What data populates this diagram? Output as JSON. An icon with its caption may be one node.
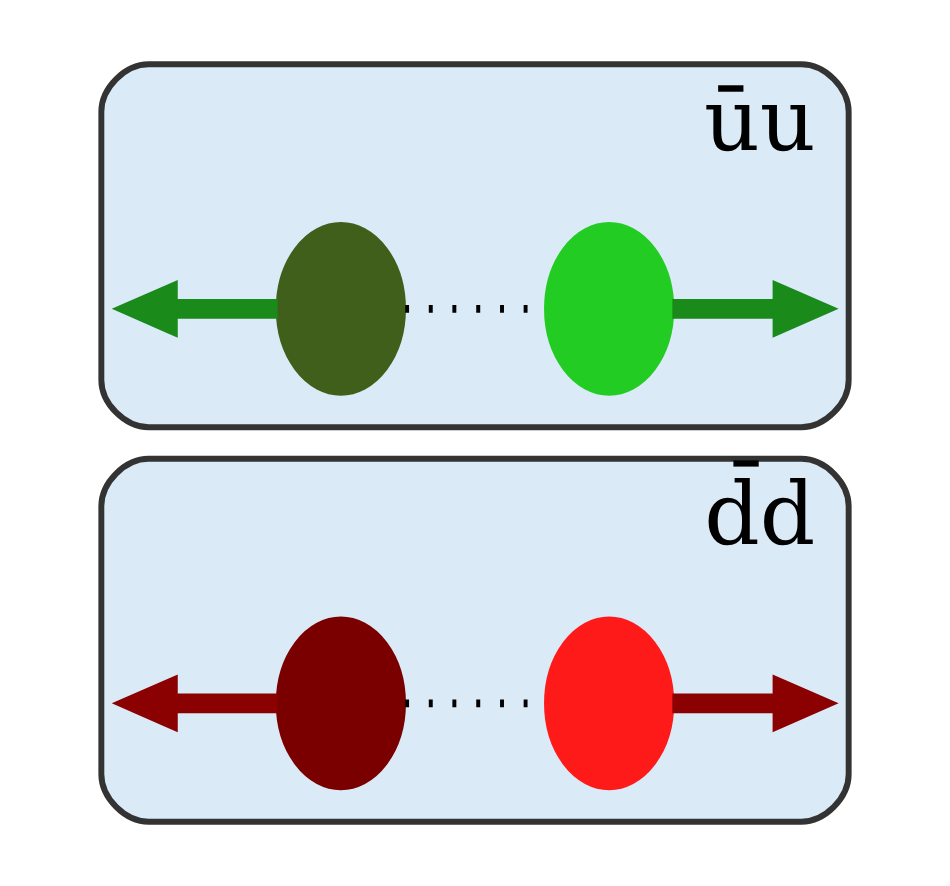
{
  "diagram": {
    "nodes": [
      {
        "text": [],
        "shape": "ellipse",
        "beside": [
          "ūu"
        ]
      },
      {
        "text": [],
        "shape": "circle",
        "in": 0
      },
      {
        "text": [],
        "shape": "circle",
        "in": 0
      },
      {
        "text": [],
        "shape": "ellipse",
        "beside": [
          "d̄d"
        ]
      },
      {
        "text": [],
        "shape": "circle",
        "in": 3
      },
      {
        "text": [],
        "shape": "circle",
        "in": 3
      }
    ],
    "edges": [
      {
        "from": 1,
        "to": 2,
        "arrow": "none",
        "style": "dashed",
        "color": "#000000"
      },
      {
        "from": 1,
        "to": null,
        "arrow": "to",
        "color": "#1a8a1a"
      },
      {
        "from": 2,
        "to": null,
        "arrow": "to",
        "color": "#1a8a1a"
      },
      {
        "from": 4,
        "to": 5,
        "arrow": "none",
        "style": "dashed",
        "color": "#000000"
      },
      {
        "from": 4,
        "to": null,
        "arrow": "to",
        "color": "#8b0000"
      },
      {
        "from": 5,
        "to": null,
        "arrow": "to",
        "color": "#8b0000"
      }
    ]
  }
}
